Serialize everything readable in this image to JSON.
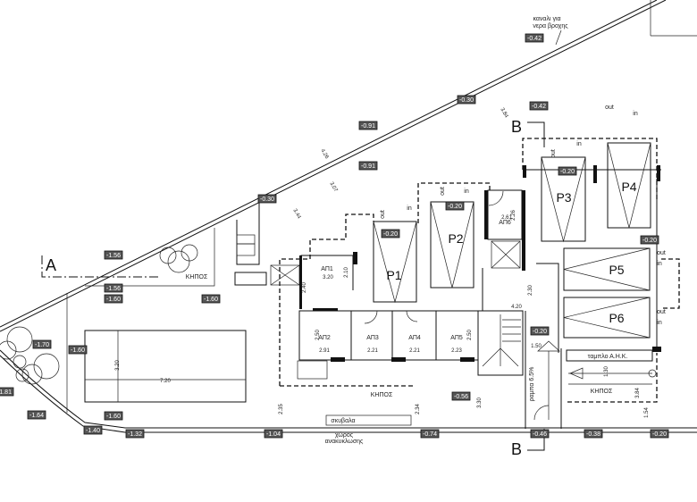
{
  "drawing": {
    "notes": {
      "rain_channel_1": "καναλι για",
      "rain_channel_2": "νερα βροχης",
      "waste": "σκυβαλα",
      "recycling_1": "χώρος",
      "recycling_2": "ανακυκλωσης",
      "panel": "ταμπλο Α.Η.Κ.",
      "ramp": "ραμπα 6.5%"
    },
    "gardens": [
      "ΚΗΠΟΣ",
      "ΚΗΠΟΣ",
      "ΚΗΠΟΣ"
    ],
    "sections": [
      "A",
      "B",
      "B"
    ],
    "parking": [
      "P1",
      "P2",
      "P3",
      "P4",
      "P5",
      "P6"
    ],
    "storage": [
      "ΑΠ1",
      "ΑΠ2",
      "ΑΠ3",
      "ΑΠ4",
      "ΑΠ5",
      "ΑΠ6"
    ],
    "levels": [
      "-0.42",
      "-0.30",
      "-0.42",
      "-0.91",
      "-0.91",
      "-0.30",
      "-0.20",
      "-0.20",
      "-0.20",
      "-0.20",
      "-1.56",
      "-1.56",
      "-1.60",
      "-1.60",
      "-1.70",
      "-1.60",
      "-1.81",
      "-1.64",
      "-1.60",
      "-1.40",
      "-1.32",
      "-1.04",
      "-0.56",
      "-0.74",
      "-0.46",
      "-0.38",
      "-0.20",
      "-0.20"
    ],
    "dimensions": [
      "3.84",
      "3.07",
      "3.44",
      "4.26",
      "2.61",
      "2.26",
      "3.20",
      "2.10",
      "2.40",
      "2.50",
      "2.91",
      "2.21",
      "2.21",
      "2.23",
      "2.50",
      "4.20",
      "2.30",
      "1.50",
      "1.30",
      "3.84",
      "1.54",
      "2.35",
      "2.34",
      "3.30",
      "7.20",
      "3.20"
    ],
    "pipe_labels": {
      "out": "out",
      "in": "in"
    }
  }
}
